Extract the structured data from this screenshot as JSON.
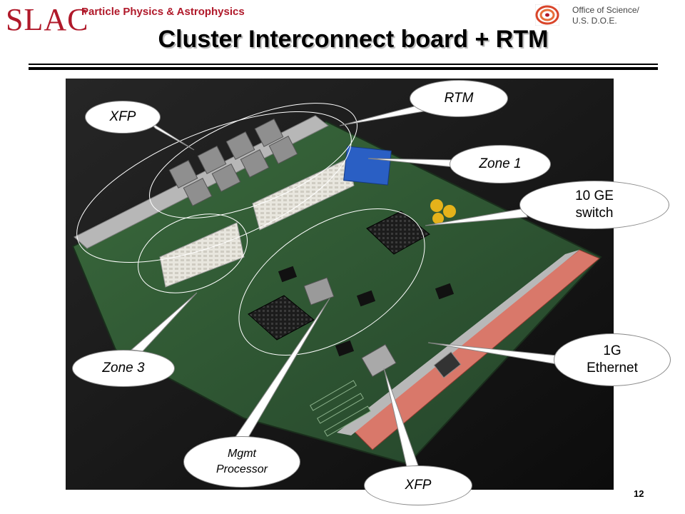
{
  "header": {
    "logo_text": "SLAC",
    "dept_text": "Particle Physics & Astrophysics",
    "doe_line1": "Office of Science/",
    "doe_line2": "U.S. D.O.E."
  },
  "slide": {
    "title": "Cluster Interconnect board + RTM",
    "page_number": "12"
  },
  "callouts": {
    "xfp_top": "XFP",
    "rtm": "RTM",
    "zone1": "Zone 1",
    "ten_ge": "10 GE\nswitch",
    "one_g": "1G\nEthernet",
    "zone3": "Zone 3",
    "mgmt": "Mgmt\nProcessor",
    "xfp_bottom": "XFP"
  },
  "colors": {
    "brand_red": "#b0192a",
    "photo_background": "#1a1a1a",
    "pcb_green": "#2f5530"
  }
}
